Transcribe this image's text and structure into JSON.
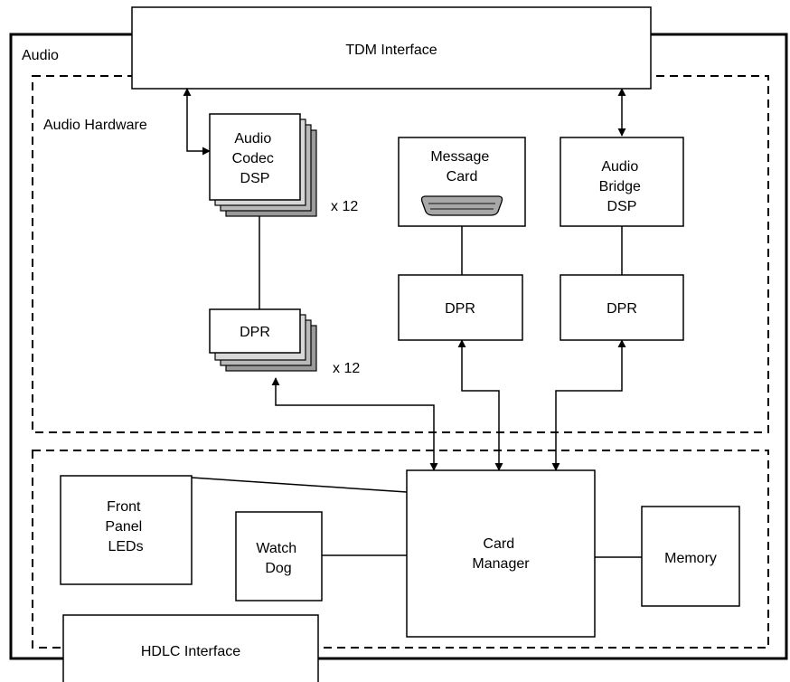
{
  "labels": {
    "audio": "Audio",
    "tdm": "TDM Interface",
    "audio_hw": "Audio Hardware",
    "codec": [
      "Audio",
      "Codec",
      "DSP"
    ],
    "codec_mult": "x 12",
    "dpr_stack": "DPR",
    "dpr_stack_mult": "x 12",
    "message_card": [
      "Message",
      "Card"
    ],
    "dpr_msg": "DPR",
    "bridge": [
      "Audio",
      "Bridge",
      "DSP"
    ],
    "dpr_bridge": "DPR",
    "front_panel": [
      "Front",
      "Panel",
      "LEDs"
    ],
    "watch_dog": [
      "Watch",
      "Dog"
    ],
    "card_manager": [
      "Card",
      "Manager"
    ],
    "memory": "Memory",
    "hdlc": "HDLC Interface"
  }
}
